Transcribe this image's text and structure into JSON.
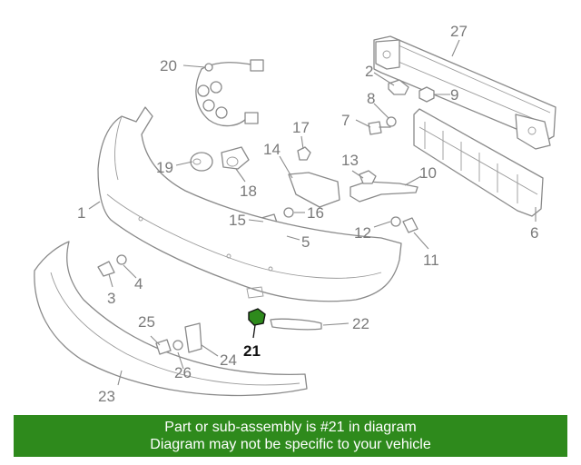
{
  "callouts": [
    "1",
    "2",
    "3",
    "4",
    "5",
    "6",
    "7",
    "8",
    "9",
    "10",
    "11",
    "12",
    "13",
    "14",
    "15",
    "16",
    "17",
    "18",
    "19",
    "20",
    "21",
    "22",
    "23",
    "24",
    "25",
    "26",
    "27"
  ],
  "highlighted_part": "21",
  "banner": {
    "line1": "Part or sub-assembly is #21 in diagram",
    "line2": "Diagram may not be specific to your vehicle"
  },
  "colors": {
    "banner": "#2e8a1c",
    "highlight": "#2e8a1c",
    "lines": "#8a8a8a"
  }
}
